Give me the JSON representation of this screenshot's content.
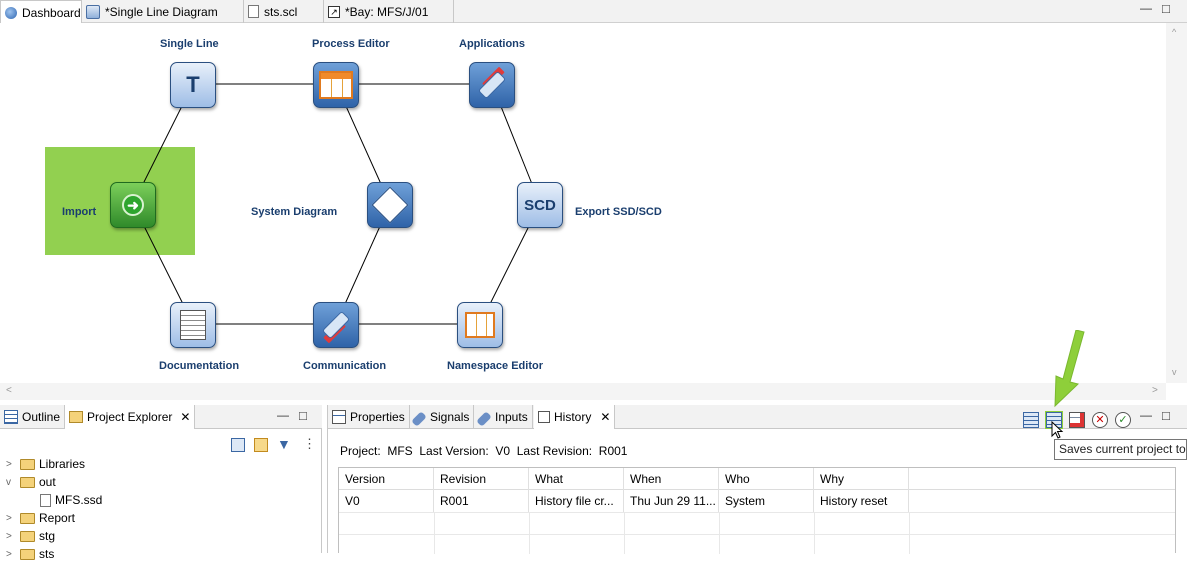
{
  "editor_tabs": [
    {
      "label": "Dashboard",
      "icon": "dashboard-icon"
    },
    {
      "label": "*Single Line Diagram",
      "icon": "single-line-icon"
    },
    {
      "label": "sts.scl",
      "icon": "file-icon"
    },
    {
      "label": "*Bay: MFS/J/01",
      "icon": "bay-shortcut-icon"
    }
  ],
  "window_controls": {
    "minimize": "—",
    "maximize": "□"
  },
  "dashboard": {
    "nodes": {
      "single_line": "Single Line",
      "process_editor": "Process Editor",
      "applications": "Applications",
      "import": "Import",
      "system_diagram": "System Diagram",
      "export": "Export SSD/SCD",
      "documentation": "Documentation",
      "communication": "Communication",
      "namespace_editor": "Namespace Editor"
    },
    "scd_text": "SCD",
    "highlight_color": "#92d050"
  },
  "scroll": {
    "left_arrow": "<",
    "right_arrow": ">",
    "up_arrow": "^",
    "down_arrow": "v"
  },
  "left_panel": {
    "tabs": [
      {
        "label": "Outline",
        "icon": "outline-icon"
      },
      {
        "label": "Project Explorer",
        "icon": "project-explorer-icon"
      }
    ],
    "close": "✕",
    "tree": [
      {
        "label": "Libraries",
        "type": "folder",
        "expanded": false
      },
      {
        "label": "out",
        "type": "folder",
        "expanded": true
      },
      {
        "label": "MFS.ssd",
        "type": "file",
        "expanded": false
      },
      {
        "label": "Report",
        "type": "folder",
        "expanded": false
      },
      {
        "label": "stg",
        "type": "folder",
        "expanded": false
      },
      {
        "label": "sts",
        "type": "folder",
        "expanded": false
      }
    ]
  },
  "right_panel": {
    "tabs": [
      {
        "label": "Properties",
        "icon": "properties-icon"
      },
      {
        "label": "Signals",
        "icon": "signals-icon"
      },
      {
        "label": "Inputs",
        "icon": "inputs-icon"
      },
      {
        "label": "History",
        "icon": "history-icon"
      }
    ],
    "close": "✕",
    "project_line": "Project:  MFS  Last Version:  V0  Last Revision:  R001",
    "columns": [
      "Version",
      "Revision",
      "What",
      "When",
      "Who",
      "Why"
    ],
    "rows": [
      [
        "V0",
        "R001",
        "History file cr...",
        "Thu Jun 29 11...",
        "System",
        "History reset"
      ]
    ],
    "tooltip": "Saves current project to a"
  },
  "colors": {
    "accent": "#1a3e6e",
    "highlight": "#92d050",
    "pointer": "#8ecf3a"
  }
}
